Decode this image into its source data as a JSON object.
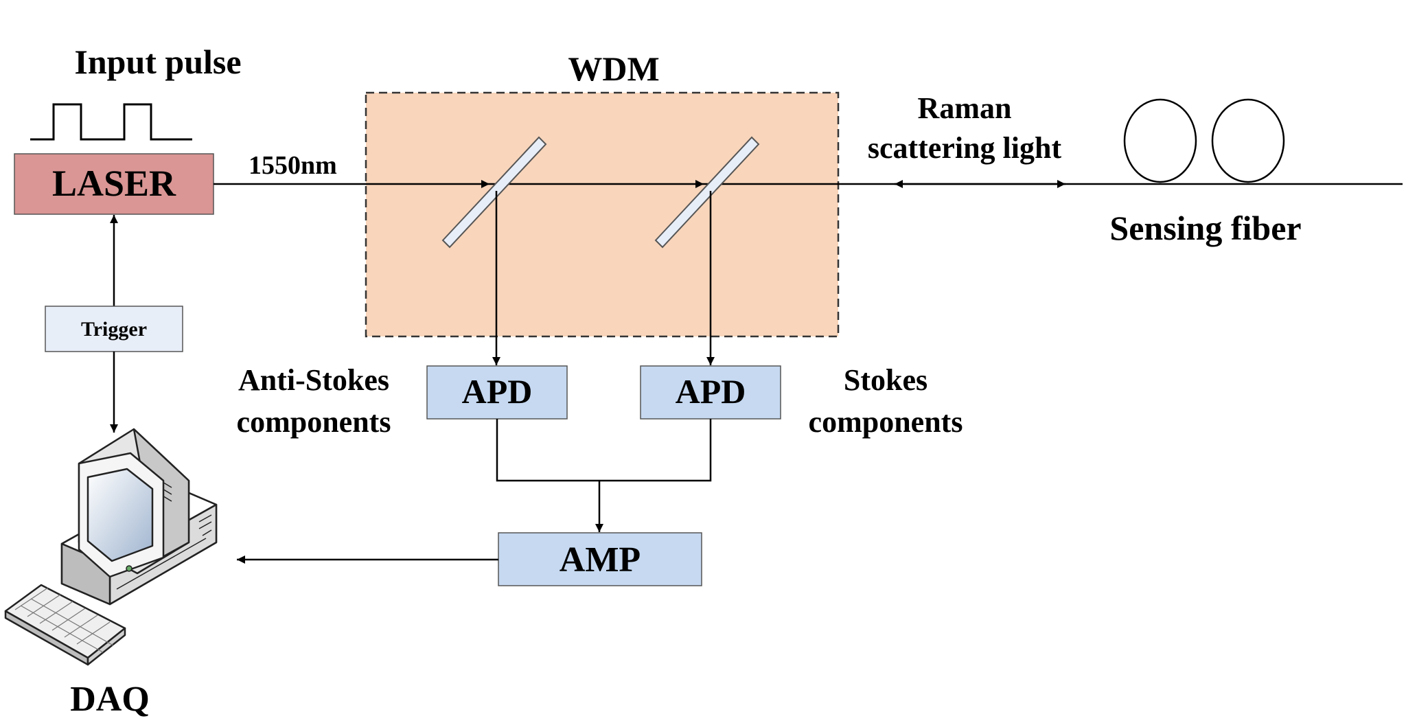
{
  "labels": {
    "input_pulse": "Input pulse",
    "wdm": "WDM",
    "laser": "LASER",
    "wavelength": "1550nm",
    "raman_line1": "Raman",
    "raman_line2": "scattering light",
    "sensing_fiber": "Sensing fiber",
    "trigger": "Trigger",
    "apd_left": "APD",
    "apd_right": "APD",
    "anti_stokes_line1": "Anti-Stokes",
    "anti_stokes_line2": "components",
    "stokes_line1": "Stokes",
    "stokes_line2": "components",
    "amp": "AMP",
    "daq": "DAQ"
  },
  "icons": {
    "computer": "desktop-computer-icon",
    "fiber": "fiber-coil-icon",
    "pulse": "square-pulse-icon",
    "mirror": "dichroic-mirror-icon"
  },
  "colors": {
    "laser_fill": "#d99694",
    "wdm_fill": "#f8d5bb",
    "box_fill": "#c6d9f1",
    "trigger_fill": "#e8eef8",
    "line": "#000000"
  }
}
